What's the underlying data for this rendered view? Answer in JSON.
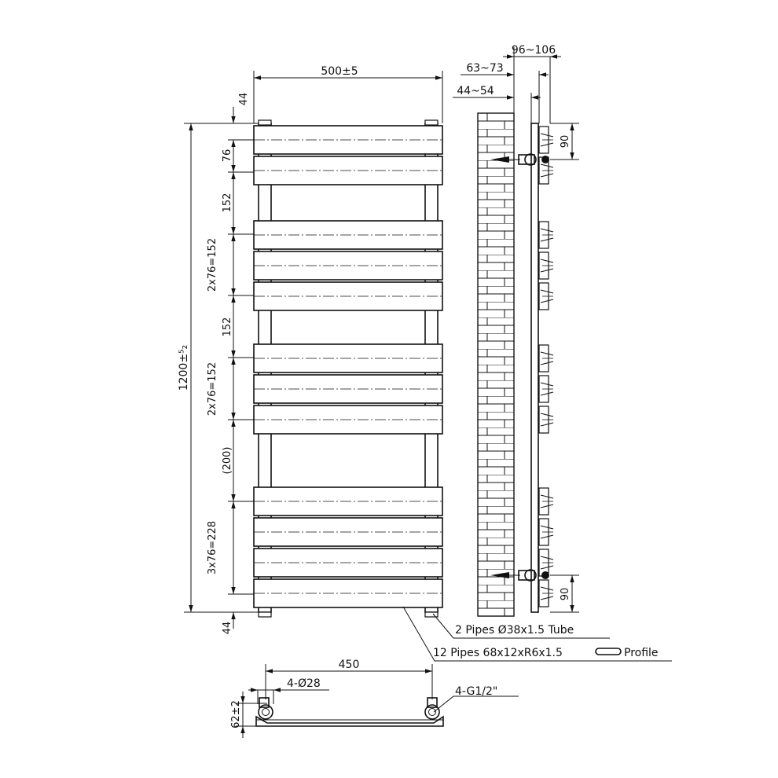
{
  "front_view": {
    "width_dim": "500±5",
    "height_dim": "1200±⁵₂",
    "top_offset": "44",
    "bottom_offset": "44",
    "spacing_labels": [
      "76",
      "152",
      "2x76=152",
      "152",
      "2x76=152",
      "(200)",
      "3x76=228"
    ]
  },
  "side_view": {
    "dim_outer": "96~106",
    "dim_mid": "63~73",
    "dim_inner": "44~54",
    "bracket_top": "90",
    "bracket_bottom": "90"
  },
  "notes": {
    "tube_note": "2 Pipes Ø38x1.5 Tube",
    "profile_note": "12 Pipes 68x12xR6x1.5",
    "profile_suffix": "Profile"
  },
  "bottom_view": {
    "centers": "450",
    "pipe_dia": "4-Ø28",
    "valve_thread": "4-G1/2\"",
    "depth": "62±2"
  }
}
